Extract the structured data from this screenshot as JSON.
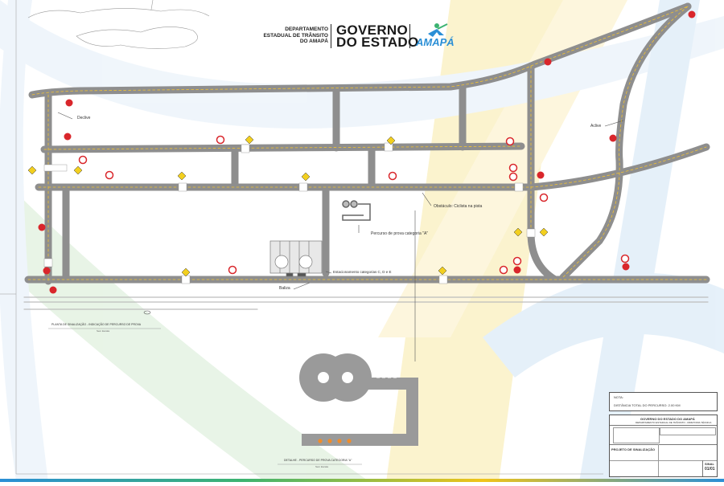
{
  "header": {
    "department": "DEPARTAMENTO\nESTADUAL DE TRÂNSITO\nDO AMAPÁ",
    "gov_line1": "GOVERNO",
    "gov_line2": "DO ESTADO",
    "state": "AMAPÁ"
  },
  "labels": {
    "declive": "Declive",
    "aclive": "Aclive",
    "obstaculo": "Obstáculo: Ciclista na pista",
    "percurso_a": "Percurso de prova categoria \"A\"",
    "estacionamento": "Estacionamento categorias C, D e E",
    "baliza": "Baliza",
    "planta_title": "PLANTA DE SINALIZAÇÃO - INDICAÇÃO DE PERCURSO DE PROVA",
    "planta_scale": "Sem Escala",
    "detalhe_title": "DETALHE - PERCURSO DE PROVA CATEGORIA \"A\"",
    "detalhe_scale": "Sem Escala"
  },
  "note": {
    "title": "NOTA:",
    "text": "DISTÂNCIA TOTAL DO PERCURSO: 2.00 KM"
  },
  "title_block": {
    "gov": "GOVERNO DO ESTADO DO AMAPÁ",
    "dept": "DEPARTAMENTO ESTADUAL DE TRÂNSITO - DIRETORIA TÉCNICA",
    "project": "PROJETO DE SINALIZAÇÃO",
    "sheet_label": "SINAL",
    "sheet_num": "01/01"
  },
  "colors": {
    "road": "#9a9a9a",
    "road_edge": "#7a7a7a",
    "lane_mark": "#f2c230",
    "sign_red": "#d9262b",
    "sign_yellow": "#f2cf1f",
    "bg_yellow": "#fbf2c9",
    "bg_blue": "#e3eff9",
    "bg_green": "#e6f3e4",
    "brand_blue": "#2b8fd6",
    "brand_green": "#3cb371"
  }
}
